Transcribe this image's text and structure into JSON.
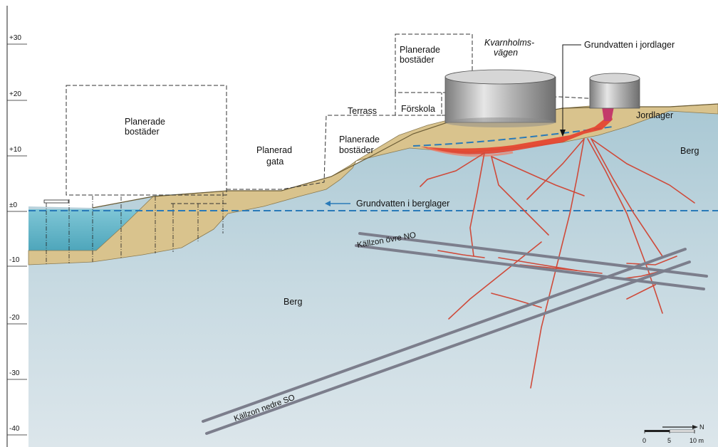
{
  "axis": {
    "ticks": [
      "+30",
      "+20",
      "+10",
      "±0",
      "-10",
      "-20",
      "-30",
      "-40"
    ]
  },
  "labels": {
    "planerade_bostader_left_1": "Planerade",
    "planerade_bostader_left_2": "bostäder",
    "planerad_gata_1": "Planerad",
    "planerad_gata_2": "gata",
    "terrass": "Terrass",
    "planerade_bostader_mid_1": "Planerade",
    "planerade_bostader_mid_2": "bostäder",
    "forskola": "Förskola",
    "planerade_bostader_top_1": "Planerade",
    "planerade_bostader_top_2": "bostäder",
    "kvarnholmsvagen_1": "Kvarnholms-",
    "kvarnholmsvagen_2": "vägen",
    "grundvatten_jordlager": "Grundvatten i jordlager",
    "jordlager": "Jordlager",
    "berg_right": "Berg",
    "grundvatten_berglager": "Grundvatten i berglager",
    "kallzon_ovre": "Källzon övre NO",
    "berg_center": "Berg",
    "kallzon_nedre": "Källzon nedre SO"
  },
  "scale": {
    "north": "N",
    "ticks": [
      "0",
      "5",
      "10 m"
    ]
  },
  "colors": {
    "bedrock": "#c8dbe3",
    "soil": "#d8c48f",
    "water": "#5fb3c6",
    "groundwater_line": "#2a7ab8",
    "contamination": "#d43a2b",
    "source_zone": "#777a88"
  }
}
